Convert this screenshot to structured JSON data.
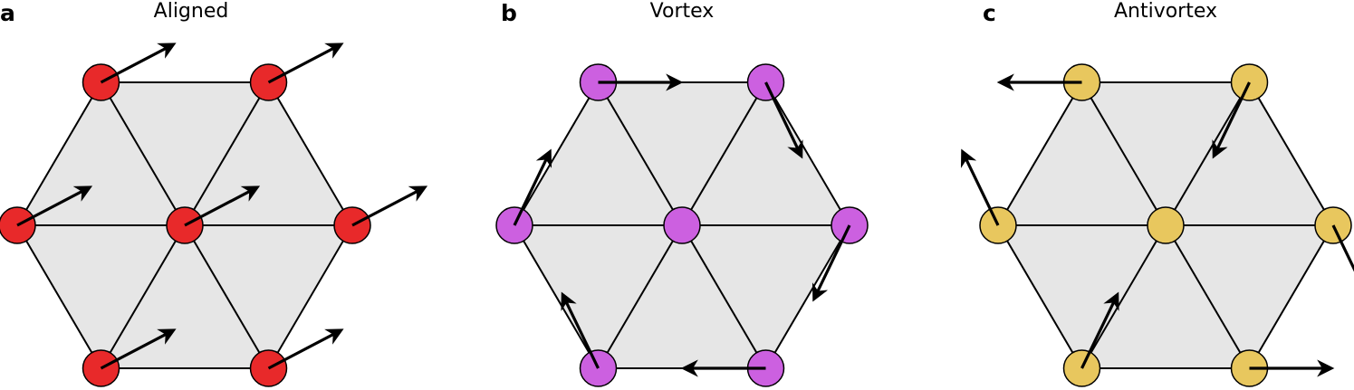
{
  "panels": [
    {
      "letter": "a",
      "title": "Aligned",
      "node_color": "#e8292a",
      "arrows": [
        "up-right",
        "up-right",
        "up-right",
        "up-right",
        "up-right",
        "up-right",
        "up-right"
      ]
    },
    {
      "letter": "b",
      "title": "Vortex",
      "node_color": "#cc60e0",
      "arrows": [
        "right",
        "down-right",
        "down-left",
        "left",
        "up-left",
        "up-right",
        "none"
      ]
    },
    {
      "letter": "c",
      "title": "Antivortex",
      "node_color": "#e8c75e",
      "arrows": [
        "left",
        "down-left",
        "down-right",
        "right",
        "up-right",
        "up-left",
        "none"
      ]
    }
  ],
  "colors": {
    "hex_fill": "#e6e6e6",
    "edge": "#000000"
  },
  "icons": {
    "spin": "arrow-icon",
    "site": "circle-node"
  }
}
